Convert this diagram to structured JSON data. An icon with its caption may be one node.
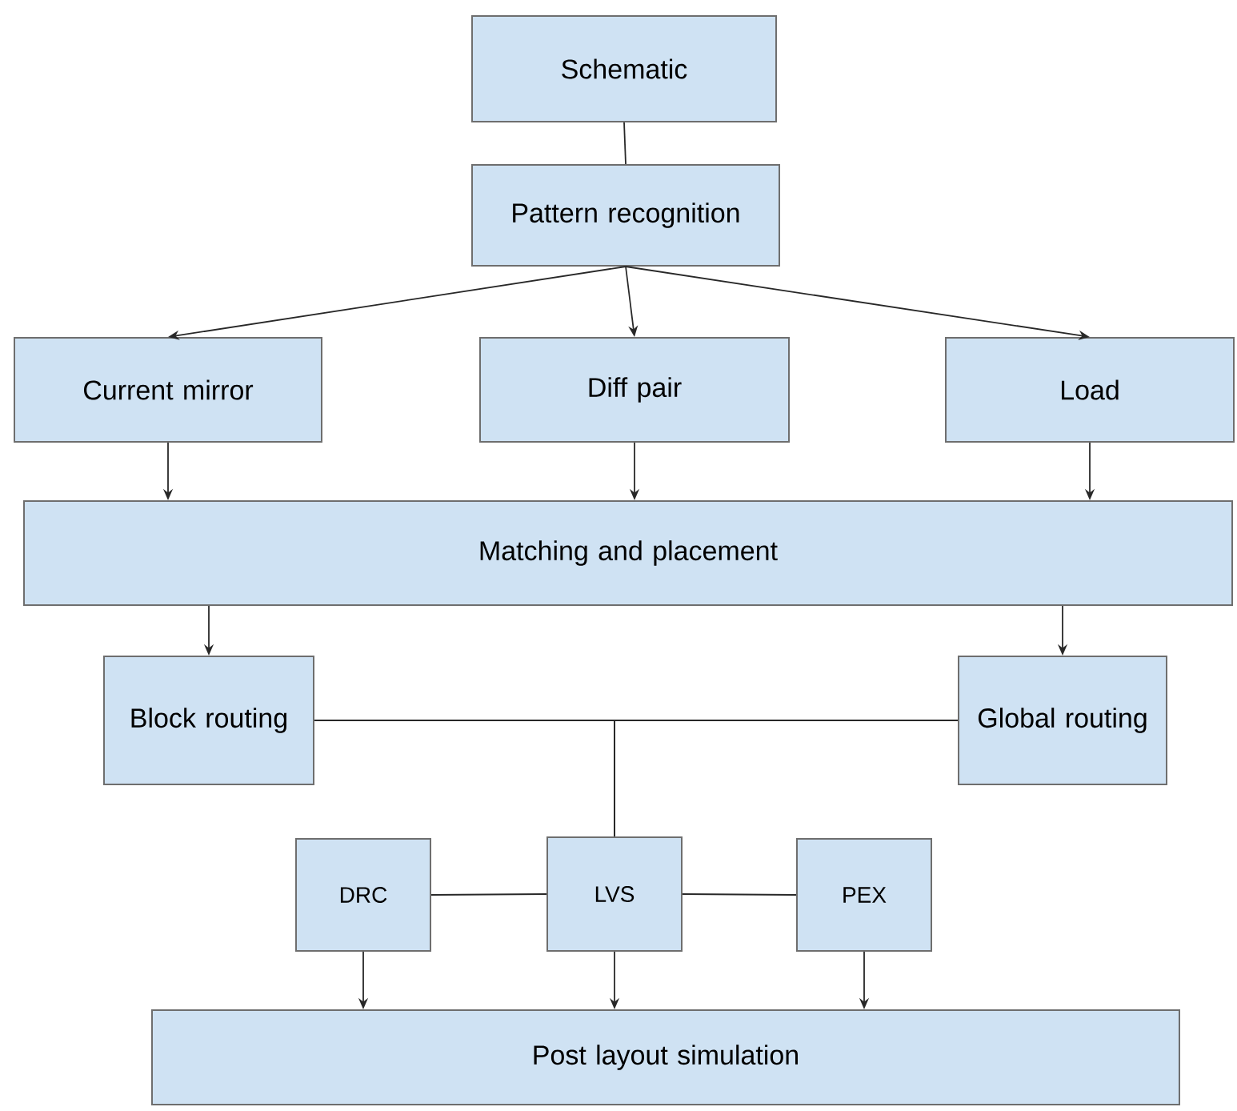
{
  "diagram": {
    "nodes": [
      {
        "text": [
          "Schematic"
        ]
      },
      {
        "text": [
          "Pattern recognition"
        ]
      },
      {
        "text": [
          "Current mirror"
        ]
      },
      {
        "text": [
          "Diff pair"
        ]
      },
      {
        "text": [
          "Load"
        ]
      },
      {
        "text": [
          "Matching and placement"
        ]
      },
      {
        "text": [
          "Block routing"
        ]
      },
      {
        "text": [
          "Global routing"
        ]
      },
      {
        "text": [
          "DRC"
        ]
      },
      {
        "text": [
          "LVS"
        ]
      },
      {
        "text": [
          "PEX"
        ]
      },
      {
        "text": [
          "Post layout simulation"
        ]
      }
    ],
    "edges": [
      {
        "from": 0,
        "to": 1,
        "arrow": "none"
      },
      {
        "from": 1,
        "to": 2,
        "arrow": "to"
      },
      {
        "from": 1,
        "to": 3,
        "arrow": "to"
      },
      {
        "from": 1,
        "to": 4,
        "arrow": "to"
      },
      {
        "from": 2,
        "to": 5,
        "arrow": "to"
      },
      {
        "from": 3,
        "to": 5,
        "arrow": "to"
      },
      {
        "from": 4,
        "to": 5,
        "arrow": "to"
      },
      {
        "from": 5,
        "to": 6,
        "arrow": "to"
      },
      {
        "from": 5,
        "to": 7,
        "arrow": "to"
      },
      {
        "from": 6,
        "to": 9,
        "arrow": "none"
      },
      {
        "from": 7,
        "to": 9,
        "arrow": "none"
      },
      {
        "from": 8,
        "to": 9,
        "arrow": "none"
      },
      {
        "from": 9,
        "to": 10,
        "arrow": "none"
      },
      {
        "from": 8,
        "to": 11,
        "arrow": "to"
      },
      {
        "from": 9,
        "to": 11,
        "arrow": "to"
      },
      {
        "from": 10,
        "to": 11,
        "arrow": "to"
      }
    ]
  }
}
